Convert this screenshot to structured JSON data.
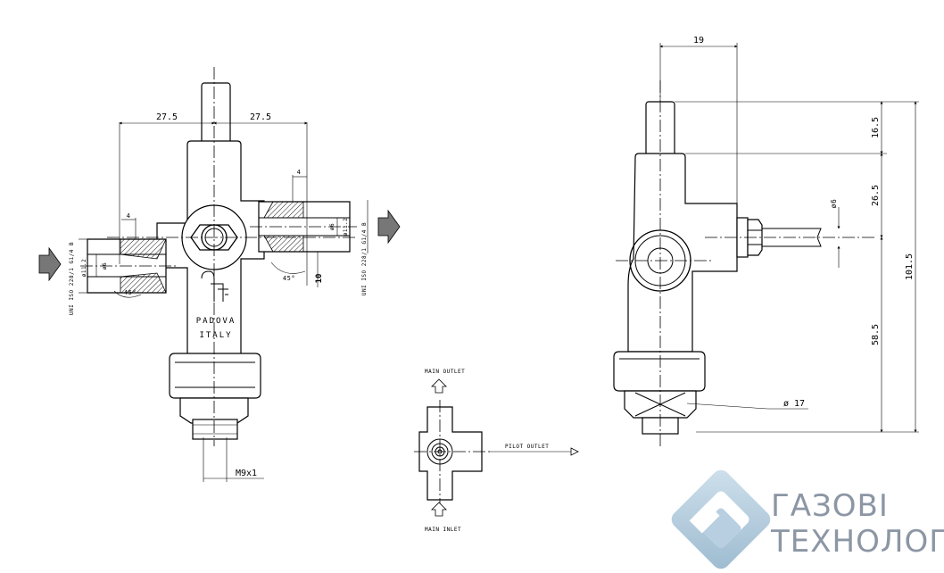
{
  "front_view": {
    "dim_left": "27.5",
    "dim_right": "27.5",
    "dim_top_small": "4",
    "dim_left_small": "4",
    "dim_bottom": "10",
    "left_dia_outer": "ø11.2",
    "left_dia_inner": "ø6",
    "right_dia_outer": "ø11.2",
    "right_dia_inner": "ø6",
    "left_thread_label": "UNI ISO 228/1 G1/4 B",
    "right_thread_label": "UNI ISO 228/1 G1/4 B",
    "angle_left": "45°",
    "angle_right": "45°",
    "stamp_city": "PADOVA",
    "stamp_country": "ITALY",
    "thread_bottom": "M9x1"
  },
  "side_view": {
    "dim_width": "19",
    "dim_h1": "16.5",
    "dim_h2": "26.5",
    "dim_total": "101.5",
    "dim_h3": "58.5",
    "dim_pipe": "ø6",
    "dim_hex": "ø 17"
  },
  "schematic": {
    "main_outlet": "MAIN OUTLET",
    "main_inlet": "MAIN INLET",
    "pilot_outlet": "PILOT OUTLET"
  },
  "brand": {
    "line1": "ГАЗОВІ",
    "line2": "ТЕХНОЛОГІ",
    "logo_color": "#a9c4d6",
    "text_color": "#8c96a4"
  }
}
